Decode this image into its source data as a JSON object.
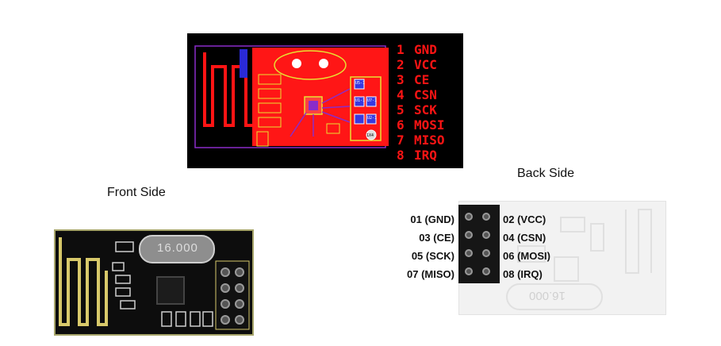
{
  "pcb_pins": [
    {
      "num": "1",
      "name": "GND"
    },
    {
      "num": "2",
      "name": "VCC"
    },
    {
      "num": "3",
      "name": "CE"
    },
    {
      "num": "4",
      "name": "CSN"
    },
    {
      "num": "5",
      "name": "SCK"
    },
    {
      "num": "6",
      "name": "MOSI"
    },
    {
      "num": "7",
      "name": "MISO"
    },
    {
      "num": "8",
      "name": "IRQ"
    }
  ],
  "pcb_pad_labels": [
    "U5-1",
    "U1-1",
    "U7-1",
    "U2-1",
    "1X4"
  ],
  "captions": {
    "front": "Front Side",
    "back": "Back Side"
  },
  "front_crystal_label": "16.000",
  "back_crystal_label": "16.000",
  "back_pins_left": [
    "01 (GND)",
    "03 (CE)",
    "05 (SCK)",
    "07 (MISO)"
  ],
  "back_pins_right": [
    "02 (VCC)",
    "04 (CSN)",
    "06 (MOSI)",
    "08 (IRQ)"
  ],
  "colors": {
    "pcb_red": "#ff1414",
    "silk_yellow": "#e8e032",
    "antenna_gold": "#d8c96a",
    "outline_purple": "#8a2cc9"
  }
}
